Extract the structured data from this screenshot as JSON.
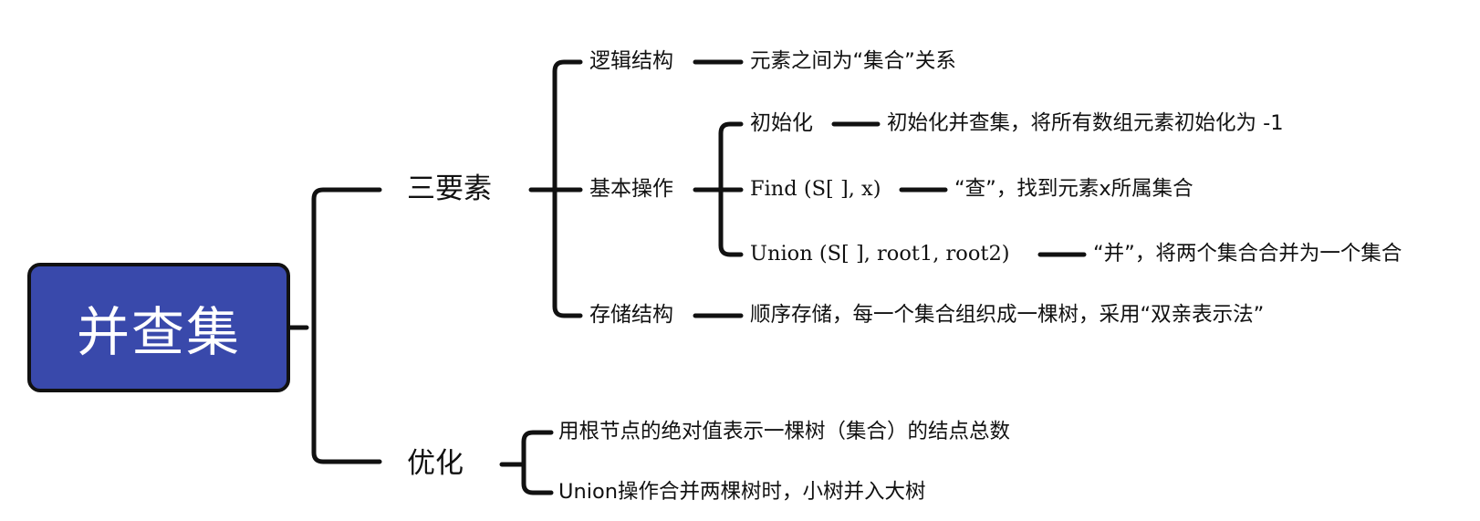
{
  "root": "并查集",
  "branches": [
    {
      "label": "三要素",
      "children": [
        {
          "label": "逻辑结构",
          "detail": "元素之间为“集合”关系"
        },
        {
          "label": "基本操作",
          "children": [
            {
              "label": "初始化",
              "detail": "初始化并查集，将所有数组元素初始化为 -1"
            },
            {
              "label": "Find (S[ ], x)",
              "detail": "“查”，找到元素x所属集合"
            },
            {
              "label": "Union (S[ ], root1, root2)",
              "detail": "“并”，将两个集合合并为一个集合"
            }
          ]
        },
        {
          "label": "存储结构",
          "detail": "顺序存储，每一个集合组织成一棵树，采用“双亲表示法”"
        }
      ]
    },
    {
      "label": "优化",
      "children": [
        {
          "label": "用根节点的绝对值表示一棵树（集合）的结点总数"
        },
        {
          "label": "Union操作合并两棵树时，小树并入大树"
        }
      ]
    }
  ],
  "colors": {
    "root_fill": "#3949ab",
    "root_text": "#ffffff",
    "lines": "#111111"
  }
}
